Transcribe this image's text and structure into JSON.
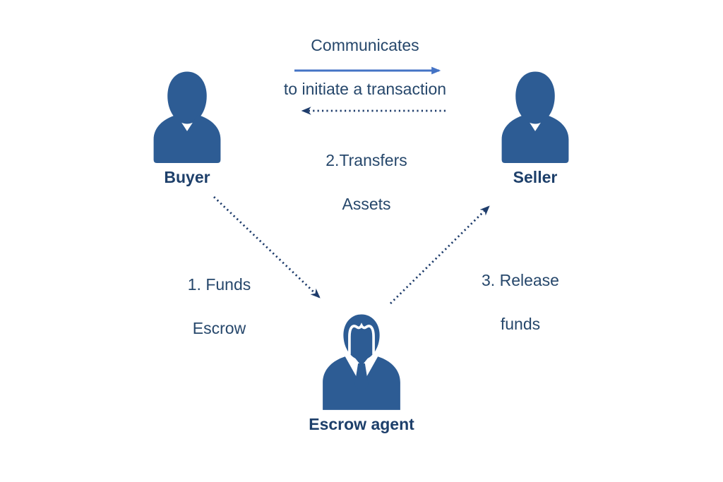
{
  "diagram": {
    "top_caption": {
      "line1": "Communicates",
      "line2": "to initiate a transaction"
    },
    "actors": {
      "buyer": {
        "label": "Buyer"
      },
      "seller": {
        "label": "Seller"
      },
      "escrow_agent": {
        "label": "Escrow agent"
      }
    },
    "steps": {
      "funds": {
        "line1": "1. Funds",
        "line2": "Escrow"
      },
      "transfers": {
        "line1": "2.Transfers",
        "line2": "Assets"
      },
      "release": {
        "line1": "3. Release",
        "line2": "funds"
      }
    },
    "colors": {
      "icon_blue": "#2D5C94",
      "solid_arrow_blue": "#4473C5",
      "dotted_arrow_navy": "#1E3C6B",
      "caption_navy": "#26476B",
      "label_navy": "#1D3F6A",
      "background": "#FFFFFF"
    }
  }
}
